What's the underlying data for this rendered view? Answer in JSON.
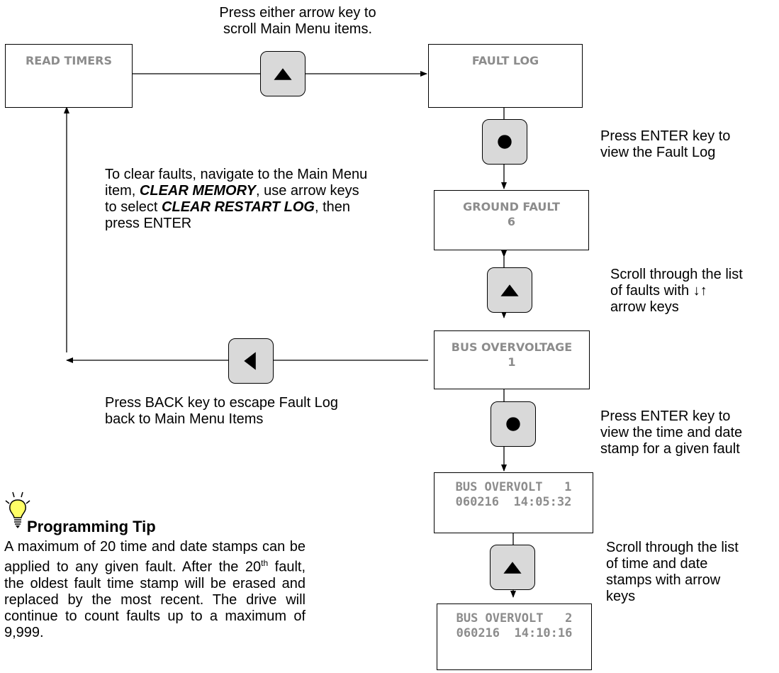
{
  "screens": {
    "read_timers": {
      "line1": "READ TIMERS"
    },
    "fault_log": {
      "line1": "FAULT LOG"
    },
    "ground_fault": {
      "line1": "GROUND FAULT",
      "line2": "6"
    },
    "bus_overvoltage": {
      "line1": "BUS OVERVOLTAGE",
      "line2": "1"
    },
    "bus_overvolt_1": {
      "line1": "BUS OVERVOLT   1",
      "line2": "060216  14:05:32"
    },
    "bus_overvolt_2": {
      "line1": "BUS OVERVOLT   2",
      "line2": "060216  14:10:16"
    }
  },
  "keys": {
    "scroll_main": "up-arrow-key",
    "enter_fault_log": "enter-key",
    "scroll_faults": "up-arrow-key",
    "back": "back-arrow-key",
    "enter_timestamp": "enter-key",
    "scroll_stamps": "up-arrow-key"
  },
  "notes": {
    "scroll_main_1": "Press either arrow key to",
    "scroll_main_2": "scroll Main Menu items.",
    "enter_log_1": "Press ENTER key to",
    "enter_log_2": "view the Fault Log",
    "clear_1": "To clear faults, navigate to the Main Menu",
    "clear_2a": "item, ",
    "clear_2b": "CLEAR MEMORY",
    "clear_2c": ", use arrow keys",
    "clear_3a": "to select ",
    "clear_3b": "CLEAR RESTART LOG",
    "clear_3c": ", then",
    "clear_4": "press ENTER",
    "scroll_faults_1": "Scroll through the list",
    "scroll_faults_2": "of faults with ↓↑",
    "scroll_faults_3": "arrow keys",
    "back_1": "Press BACK key to escape Fault Log",
    "back_2": "back to Main Menu Items",
    "enter_stamp_1": "Press ENTER key to",
    "enter_stamp_2": "view the time and date",
    "enter_stamp_3": "stamp for a given fault",
    "scroll_stamps_1": "Scroll through the list",
    "scroll_stamps_2": "of time and date",
    "scroll_stamps_3": "stamps with arrow",
    "scroll_stamps_4": "keys"
  },
  "tip": {
    "title": "Programming Tip",
    "body_1": "A maximum of 20 time and date stamps can be applied to any given fault.  After the 20",
    "sup": "th",
    "body_2": " fault, the oldest fault time stamp will be erased and replaced by the most recent.  The drive will continue to count faults up to a maximum of 9,999."
  },
  "colors": {
    "screen_text": "#8c8c8c",
    "key_fill": "#d9d9d9",
    "bulb": "#ffff66"
  }
}
